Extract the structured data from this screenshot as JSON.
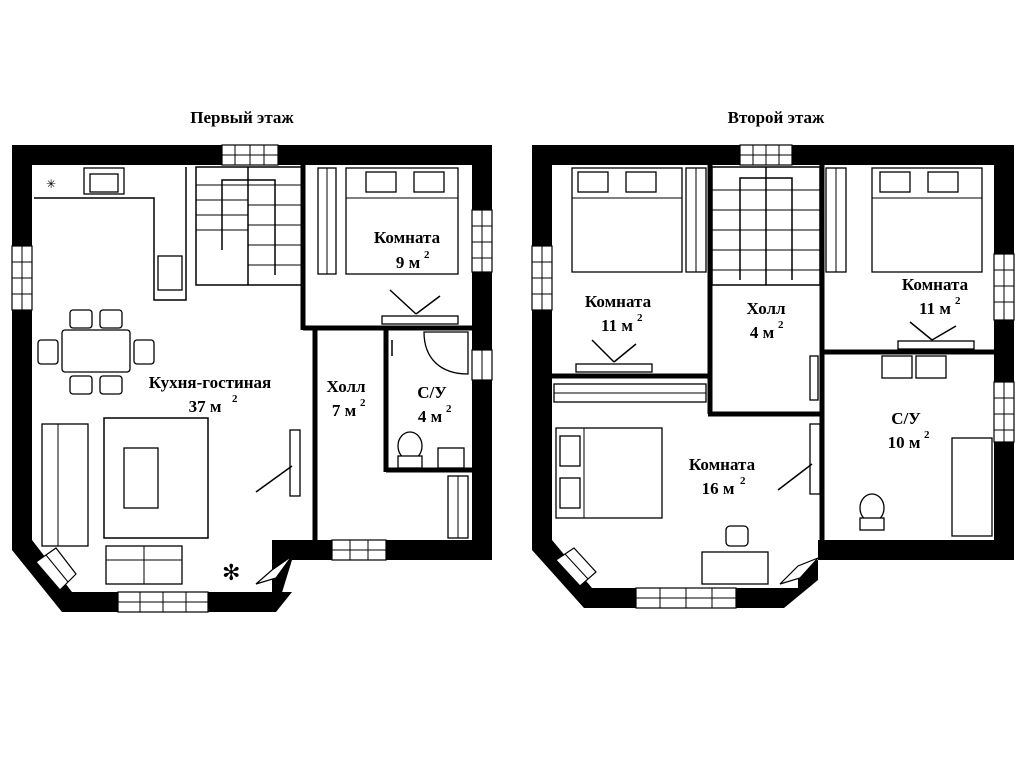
{
  "floors": [
    {
      "title": "Первый этаж",
      "rooms": [
        {
          "name": "Кухня-гостиная",
          "area": "37 м",
          "sup": "2"
        },
        {
          "name": "Комната",
          "area": "9 м",
          "sup": "2"
        },
        {
          "name": "Холл",
          "area": "7 м",
          "sup": "2"
        },
        {
          "name": "С/У",
          "area": "4 м",
          "sup": "2"
        }
      ]
    },
    {
      "title": "Второй этаж",
      "rooms": [
        {
          "name": "Комната",
          "area": "11 м",
          "sup": "2"
        },
        {
          "name": "Холл",
          "area": "4 м",
          "sup": "2"
        },
        {
          "name": "Комната",
          "area": "11 м",
          "sup": "2"
        },
        {
          "name": "С/У",
          "area": "10 м",
          "sup": "2"
        },
        {
          "name": "Комната",
          "area": "16 м",
          "sup": "2"
        }
      ]
    }
  ]
}
